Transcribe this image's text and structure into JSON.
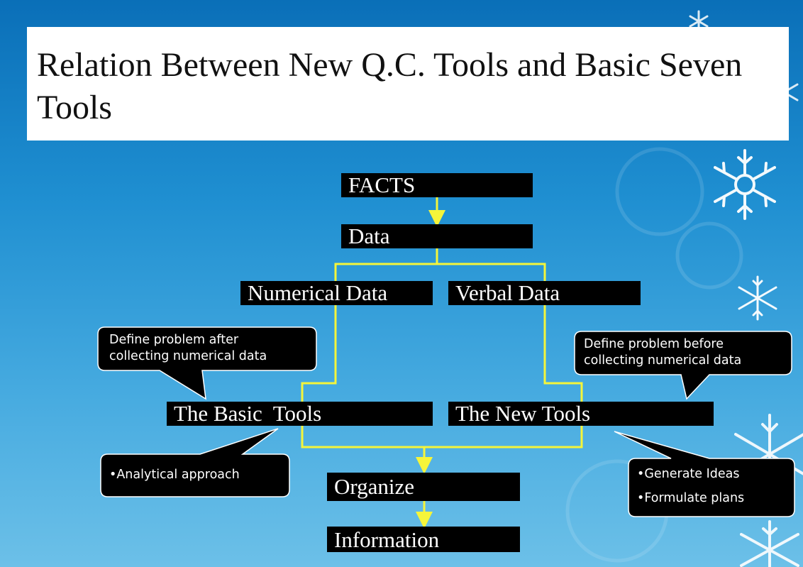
{
  "slide": {
    "title": "Relation Between New Q.C. Tools and Basic Seven Tools",
    "accent_color": "#f5f53a",
    "background_colors": [
      "#0a6fb8",
      "#6cc0e8"
    ]
  },
  "flow": {
    "facts": "FACTS",
    "data": "Data",
    "numerical_data": "Numerical Data",
    "verbal_data": "Verbal Data",
    "basic_tools": "The Basic  Tools",
    "new_tools": "The New Tools",
    "organize": "Organize",
    "information": "Information"
  },
  "callouts": {
    "basic_define": {
      "line1": "Define problem after",
      "line2": "collecting numerical data"
    },
    "new_define": {
      "line1": "Define problem before",
      "line2": "collecting numerical data"
    },
    "basic_approach": {
      "items": [
        "•Analytical approach"
      ]
    },
    "new_approach": {
      "items": [
        "•Generate Ideas",
        "•Formulate plans"
      ]
    }
  }
}
